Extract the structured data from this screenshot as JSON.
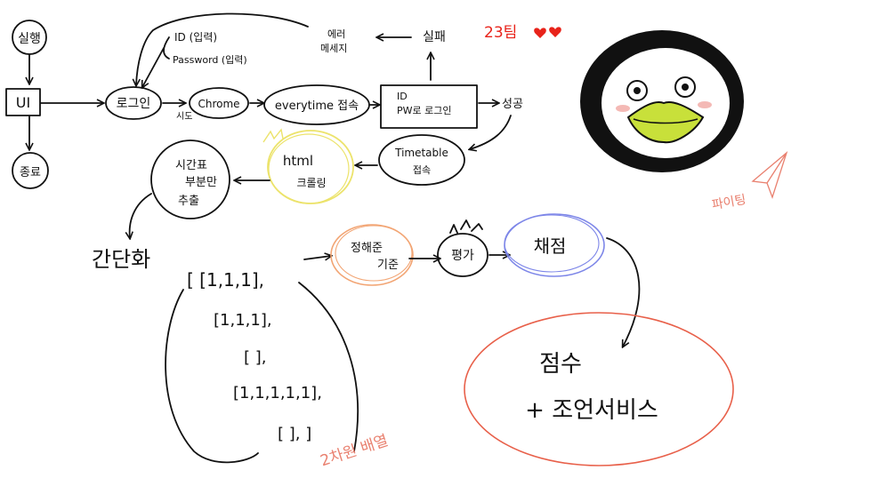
{
  "nodes": {
    "run": "실행",
    "ui": "UI",
    "exit": "종료",
    "login": "로그인",
    "attempt": "시도",
    "chrome": "Chrome",
    "everytime": "everytime 접속",
    "id_input": "ID  (입력)",
    "pw_input": "Password (입력)",
    "id_pw_login_1": "ID",
    "id_pw_login_2": "PW로 로그인",
    "fail": "실패",
    "error_msg_1": "에러",
    "error_msg_2": "메세지",
    "success": "성공",
    "timetable_1": "Timetable",
    "timetable_2": "접속",
    "html_1": "html",
    "html_2": "크롤링",
    "extract_1": "시간표",
    "extract_2": "부분만",
    "extract_3": "추출",
    "simplify": "간단화",
    "array_1": "[ [1,1,1],",
    "array_2": "[1,1,1],",
    "array_3": "[ ],",
    "array_4": "[1,1,1,1,1],",
    "array_5": "[ ], ]",
    "array_label": "2차원 배열",
    "criteria_1": "정해준",
    "criteria_2": "기준",
    "evaluate": "평가",
    "scoring": "채점",
    "result_1": "점수",
    "result_2": "+ 조언서비스"
  },
  "decor": {
    "team": "23팀",
    "note": "파이팅",
    "colors": {
      "ink": "#111111",
      "yellow_circle": "#ece36b",
      "orange_circle": "#f2a574",
      "blue_circle": "#7d86e8",
      "result_ellipse": "#e8604a",
      "team_red": "#e8231a",
      "annotation_pink": "#e9806f",
      "beak": "#c8e03a"
    }
  }
}
